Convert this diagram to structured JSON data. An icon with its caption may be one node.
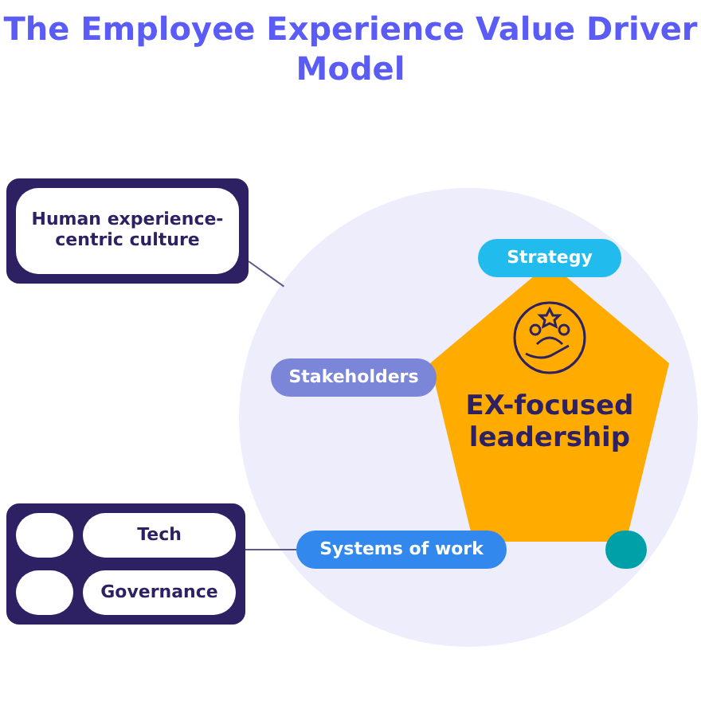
{
  "diagram": {
    "title": "The Employee Experience Value Driver Model",
    "nodes": [
      {
        "text": [],
        "shape": "box"
      },
      {
        "text": [
          "Human experience-centric culture"
        ],
        "in": 0
      },
      {
        "text": [],
        "shape": "circle"
      },
      {
        "text": [
          "EX-focused leadership"
        ],
        "in": 2
      },
      {
        "text": [
          "Strategy"
        ],
        "in": 2
      },
      {
        "text": [
          "Stakeholders"
        ],
        "in": 2
      },
      {
        "text": [
          "Systems of work"
        ],
        "in": 2
      },
      {
        "text": [],
        "shape": "box",
        "in": 2
      },
      {
        "text": [],
        "shape": "box"
      },
      {
        "text": [],
        "shape": "box",
        "in": 8
      },
      {
        "text": [
          "Tech"
        ],
        "in": 8
      },
      {
        "text": [],
        "shape": "box",
        "in": 8
      },
      {
        "text": [
          "Governance"
        ],
        "in": 8
      }
    ],
    "edges": [
      {
        "from": 0,
        "to": 2,
        "arrow": "none"
      },
      {
        "from": 8,
        "to": 6,
        "arrow": "none"
      }
    ]
  }
}
